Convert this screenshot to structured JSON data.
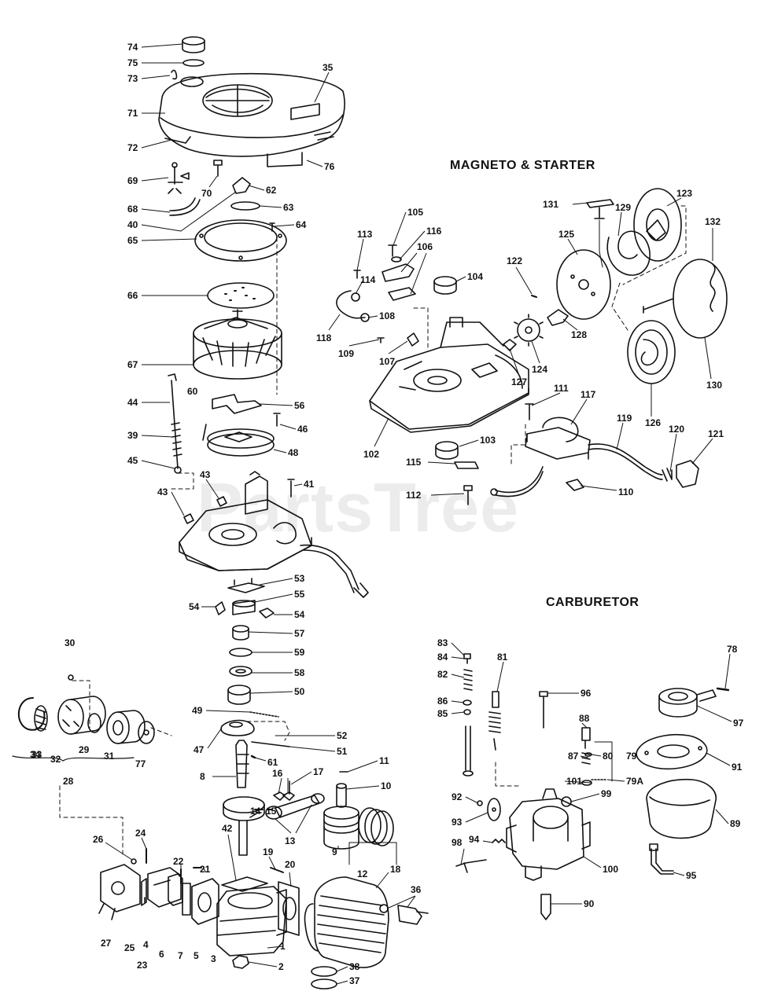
{
  "titles": {
    "magneto_starter": "MAGNETO & STARTER",
    "carburetor": "CARBURETOR"
  },
  "watermark": "PartsTree",
  "callouts": {
    "n74": "74",
    "n75": "75",
    "n73": "73",
    "n35": "35",
    "n71": "71",
    "n72": "72",
    "n76": "76",
    "n69": "69",
    "n70": "70",
    "n62": "62",
    "n63": "63",
    "n68": "68",
    "n40": "40",
    "n64": "64",
    "n65": "65",
    "n66": "66",
    "n67": "67",
    "n44": "44",
    "n60": "60",
    "n56": "56",
    "n46": "46",
    "n39": "39",
    "n48": "48",
    "n45": "45",
    "n43a": "43",
    "n43b": "43",
    "n41": "41",
    "n53": "53",
    "n55": "55",
    "n54a": "54",
    "n54b": "54",
    "n57": "57",
    "n59": "59",
    "n58": "58",
    "n50": "50",
    "n30": "30",
    "n49": "49",
    "n52": "52",
    "n47": "47",
    "n51": "51",
    "n61": "61",
    "n34": "34",
    "n33": "33",
    "n32": "32",
    "n29": "29",
    "n31": "31",
    "n77": "77",
    "n28": "28",
    "n8": "8",
    "n16": "16",
    "n17": "17",
    "n11": "11",
    "n10": "10",
    "n14": "14",
    "n15": "15",
    "n13": "13",
    "n9": "9",
    "n12": "12",
    "n26": "26",
    "n24": "24",
    "n22": "22",
    "n21": "21",
    "n42": "42",
    "n19": "19",
    "n20": "20",
    "n18": "18",
    "n36": "36",
    "n27": "27",
    "n25": "25",
    "n23": "23",
    "n4": "4",
    "n6": "6",
    "n7": "7",
    "n5": "5",
    "n3": "3",
    "n1": "1",
    "n2": "2",
    "n38": "38",
    "n37": "37",
    "n105": "105",
    "n116": "116",
    "n113": "113",
    "n106": "106",
    "n104": "104",
    "n114": "114",
    "n108": "108",
    "n118": "118",
    "n109": "109",
    "n107": "107",
    "n102": "102",
    "n115": "115",
    "n103": "103",
    "n112": "112",
    "n131": "131",
    "n129": "129",
    "n123": "123",
    "n132": "132",
    "n125": "125",
    "n122": "122",
    "n128": "128",
    "n124": "124",
    "n127": "127",
    "n111": "111",
    "n117": "117",
    "n119": "119",
    "n126": "126",
    "n130": "130",
    "n120": "120",
    "n121": "121",
    "n110": "110",
    "n83": "83",
    "n84": "84",
    "n81": "81",
    "n82": "82",
    "n86": "86",
    "n85": "85",
    "n96": "96",
    "n78": "78",
    "n97": "97",
    "n88": "88",
    "n87": "87",
    "n80": "80",
    "n79": "79",
    "n91": "91",
    "n101": "101",
    "n79a": "79A",
    "n99": "99",
    "n92": "92",
    "n93": "93",
    "n89": "89",
    "n98": "98",
    "n94": "94",
    "n100": "100",
    "n95": "95",
    "n90": "90"
  }
}
